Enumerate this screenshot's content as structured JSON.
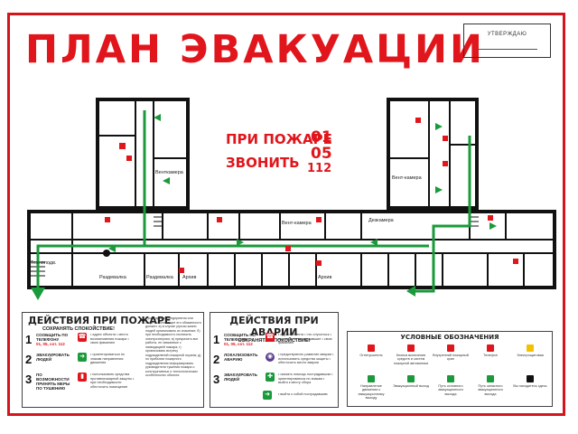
{
  "title": "ПЛАН ЭВАКУАЦИИ",
  "approve_label": "УТВЕРЖДАЮ",
  "fire_call": {
    "line1": "ПРИ ПОЖАРЕ",
    "line2": "ЗВОНИТЬ",
    "n1": "01",
    "n2": "05",
    "n3": "112"
  },
  "rooms": {
    "ventkamera1": "Вентка­мера",
    "ventkamera2": "Вент-камера",
    "ventkamera3": "Вент-камера",
    "dezkamera": "Дезкамера",
    "tehpodval": "Тех­но­подв.",
    "razdevalka1": "Раздевалка",
    "razdevalka2": "Раздевалка",
    "arhiv1": "Архив",
    "arhiv2": "Архив"
  },
  "fire_actions": {
    "heading": "ДЕЙСТВИЯ ПРИ ПОЖАРЕ",
    "sub": "СОХРАНЯТЬ СПОКОЙСТВИЕ!",
    "steps": [
      {
        "num": "1",
        "text": "СООБЩИТЬ ПО ТЕЛЕФОНУ",
        "extra": "01, 05, сот. 112",
        "desc": "• адрес объекта • место возникновения пожара • свою фамилию"
      },
      {
        "num": "2",
        "text": "ЭВАКУИРОВАТЬ ЛЮДЕЙ",
        "extra": "",
        "desc": "• ориентироваться по знакам направления движения"
      },
      {
        "num": "3",
        "text": "ПО ВОЗМОЖНОСТИ ПРИНЯТЬ МЕРЫ ПО ТУШЕНИЮ",
        "extra": "",
        "desc": "• использовать средства противопожарной защиты • при необходимости обесточить помещение"
      }
    ],
    "note": "Руководитель предприятия или лицо, исполняющее его обязанности должен: а) в случае угрозы жизни людей организовать их спасение; б) при необходимости отключить электроэнергию; в) прекратить все работы, не связанные с ликвидацией пожара; г) организовать встречу подразделений пожарной охраны; д) по прибытии пожарного подразделения информировать руководителя тушения пожара о конструктивных и технологических особенностях объекта"
  },
  "accident_actions": {
    "heading": "ДЕЙСТВИЯ ПРИ АВАРИИ",
    "sub": "СОХРАНЯТЬ СПОКОЙСТВИЕ!",
    "steps": [
      {
        "num": "1",
        "text": "СООБЩИТЬ ПО ТЕЛЕФОНУ",
        "extra": "01, 05, сот. 112",
        "desc": "• адрес объекта • что случилось • имеются ли пострадавшие • свою фамилию"
      },
      {
        "num": "2",
        "text": "ЛОКАЛИЗОВАТЬ АВАРИЮ",
        "extra": "",
        "desc": "• предотвратить развитие аварии • использовать средства защиты • обесточить место аварии"
      },
      {
        "num": "3",
        "text": "ЭВАКУИРОВАТЬ ЛЮДЕЙ",
        "extra": "",
        "desc": "• оказать помощь пострадавшим • ориентироваться по знакам • выйти к месту сбора"
      }
    ],
    "exit_note": "• выйти к собой пострадавшим"
  },
  "legend": {
    "heading": "УСЛОВНЫЕ ОБОЗНАЧЕНИЯ",
    "items": [
      {
        "label": "Огнетушитель",
        "color": "#e0161c"
      },
      {
        "label": "Кнопка включения средств и систем пожарной автоматики",
        "color": "#e0161c"
      },
      {
        "label": "Внутренний пожарный кран",
        "color": "#e0161c"
      },
      {
        "label": "Телефон",
        "color": "#e0161c"
      },
      {
        "label": "Электрощитовая",
        "color": "#f2c200"
      },
      {
        "label": "Направление движения к эвакуационному выходу",
        "color": "#1a9a3a"
      },
      {
        "label": "Эвакуационный выход",
        "color": "#1a9a3a"
      },
      {
        "label": "Путь основного эвакуационного выхода",
        "color": "#1a9a3a"
      },
      {
        "label": "Путь запасного эвакуационного выхода",
        "color": "#1a9a3a"
      },
      {
        "label": "Вы находитесь здесь",
        "color": "#111111"
      }
    ]
  },
  "colors": {
    "red": "#e0161c",
    "green": "#1a9a3a",
    "wall": "#111111"
  }
}
